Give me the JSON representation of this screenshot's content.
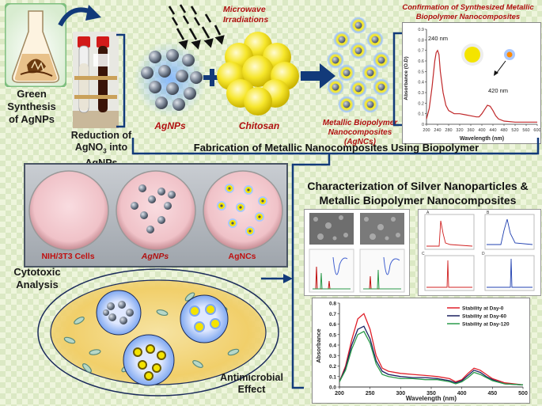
{
  "labels": {
    "green_synthesis": [
      "Green",
      "Synthesis",
      "of AgNPs"
    ],
    "reduction": [
      "Reduction of",
      "AgNO",
      "3",
      " into AgNPs"
    ],
    "microwave": [
      "Microwave",
      "Irradiations"
    ],
    "agnps": "AgNPs",
    "chitosan": "Chitosan",
    "agncs": [
      "Metallic Biopolymer",
      "Nanocomposites (AgNCs)"
    ],
    "confirmation": [
      "Confirmation of Synthesized Metallic",
      "Biopolymer Nanocomposites"
    ],
    "fabrication": "Fabrication of  Metallic Nanocomposites Using Biopolymer",
    "characterization": [
      "Characterization of Silver Nanoparticles &",
      "Metallic Biopolymer Nanocomposites"
    ],
    "dish_nih": "NIH/3T3 Cells",
    "dish_agnps": "AgNPs",
    "dish_agncs": "AgNCs",
    "cytotoxic": [
      "Cytotoxic",
      "Analysis"
    ],
    "antimicrobial": [
      "Antimicrobial",
      "Effect"
    ]
  },
  "chart_data": [
    {
      "type": "line",
      "xlabel": "Wavelength (nm)",
      "ylabel": "Absorbance (O.D)",
      "xlim": [
        200,
        600
      ],
      "ylim": [
        0,
        0.9
      ],
      "xticks": [
        "200",
        "240",
        "280",
        "320",
        "360",
        "400",
        "440",
        "480",
        "520",
        "560",
        "600"
      ],
      "yticks": [
        "0",
        "0.1",
        "0.2",
        "0.3",
        "0.4",
        "0.5",
        "0.6",
        "0.7",
        "0.8",
        "0.9"
      ],
      "annotations": [
        "240 nm",
        "420 nm"
      ],
      "series": [
        {
          "color": "#c0282a",
          "x": [
            200,
            210,
            220,
            230,
            235,
            240,
            245,
            250,
            260,
            270,
            280,
            300,
            320,
            340,
            360,
            380,
            390,
            400,
            410,
            420,
            430,
            440,
            450,
            460,
            480,
            520,
            560,
            600
          ],
          "y": [
            0.05,
            0.15,
            0.35,
            0.6,
            0.68,
            0.7,
            0.66,
            0.5,
            0.3,
            0.18,
            0.13,
            0.1,
            0.1,
            0.09,
            0.08,
            0.07,
            0.07,
            0.1,
            0.14,
            0.18,
            0.17,
            0.13,
            0.08,
            0.05,
            0.03,
            0.02,
            0.02,
            0.02
          ]
        }
      ]
    },
    {
      "type": "line",
      "xlabel": "Wavelength (nm)",
      "ylabel": "Absorbance",
      "xlim": [
        200,
        500
      ],
      "ylim": [
        0,
        0.8
      ],
      "xticks": [
        "200",
        "250",
        "300",
        "350",
        "400",
        "450",
        "500"
      ],
      "yticks": [
        "0.0",
        "0.1",
        "0.2",
        "0.3",
        "0.4",
        "0.5",
        "0.6",
        "0.7",
        "0.8"
      ],
      "legend_position": "top-right",
      "series": [
        {
          "name": "Stability at Day-0",
          "color": "#e0202a",
          "x": [
            200,
            210,
            220,
            230,
            240,
            250,
            260,
            270,
            280,
            300,
            320,
            340,
            360,
            380,
            390,
            400,
            410,
            420,
            430,
            440,
            450,
            470,
            500
          ],
          "y": [
            0.05,
            0.2,
            0.45,
            0.65,
            0.7,
            0.55,
            0.3,
            0.18,
            0.15,
            0.13,
            0.12,
            0.11,
            0.1,
            0.08,
            0.05,
            0.07,
            0.13,
            0.18,
            0.16,
            0.12,
            0.08,
            0.04,
            0.02
          ]
        },
        {
          "name": "Stability at Day-60",
          "color": "#1a2060",
          "x": [
            200,
            210,
            220,
            230,
            240,
            250,
            260,
            270,
            280,
            300,
            320,
            340,
            360,
            380,
            390,
            400,
            410,
            420,
            430,
            440,
            450,
            470,
            500
          ],
          "y": [
            0.05,
            0.18,
            0.4,
            0.55,
            0.58,
            0.46,
            0.25,
            0.15,
            0.12,
            0.1,
            0.09,
            0.09,
            0.08,
            0.06,
            0.04,
            0.06,
            0.11,
            0.16,
            0.14,
            0.1,
            0.07,
            0.03,
            0.02
          ]
        },
        {
          "name": "Stability at Day-120",
          "color": "#2a9a4a",
          "x": [
            200,
            210,
            220,
            230,
            240,
            250,
            260,
            270,
            280,
            300,
            320,
            340,
            360,
            380,
            390,
            400,
            410,
            420,
            430,
            440,
            450,
            470,
            500
          ],
          "y": [
            0.05,
            0.16,
            0.36,
            0.5,
            0.53,
            0.42,
            0.22,
            0.12,
            0.1,
            0.08,
            0.08,
            0.07,
            0.07,
            0.05,
            0.03,
            0.05,
            0.09,
            0.14,
            0.12,
            0.09,
            0.06,
            0.03,
            0.02
          ]
        }
      ]
    }
  ]
}
